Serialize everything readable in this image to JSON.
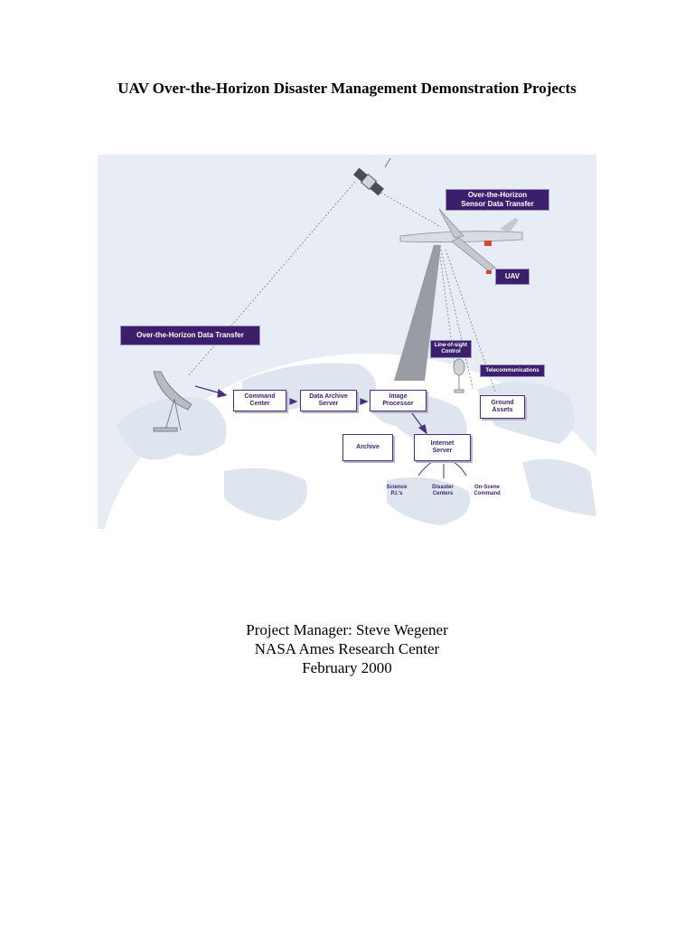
{
  "document": {
    "title": "UAV Over-the-Horizon Disaster Management Demonstration Projects",
    "footer": {
      "manager": "Project Manager: Steve Wegener",
      "organization": "NASA Ames Research Center",
      "date": "February 2000"
    }
  },
  "diagram": {
    "labels": {
      "sensor_transfer": "Over-the-Horizon\nSensor Data Transfer",
      "uav": "UAV",
      "data_transfer": "Over-the-Horizon Data Transfer",
      "los_control": "Line-of-sight\nControl",
      "telecom": "Telecommunications"
    },
    "nodes": {
      "command_center": "Command\nCenter",
      "data_archive": "Data Archive\nServer",
      "image_processor": "Image\nProcessor",
      "ground_assets": "Ground\nAssets",
      "archive": "Archive",
      "internet_server": "Internet\nServer"
    },
    "destinations": {
      "science": "Science\nP.I.'s",
      "disaster": "Disaster\nCenters",
      "onscene": "On-Scene\nCommand"
    },
    "colors": {
      "label_bg": "#3b1f6b",
      "node_border": "#4a2e7d",
      "background": "#e8edf5",
      "globe": "#ffffff"
    }
  }
}
